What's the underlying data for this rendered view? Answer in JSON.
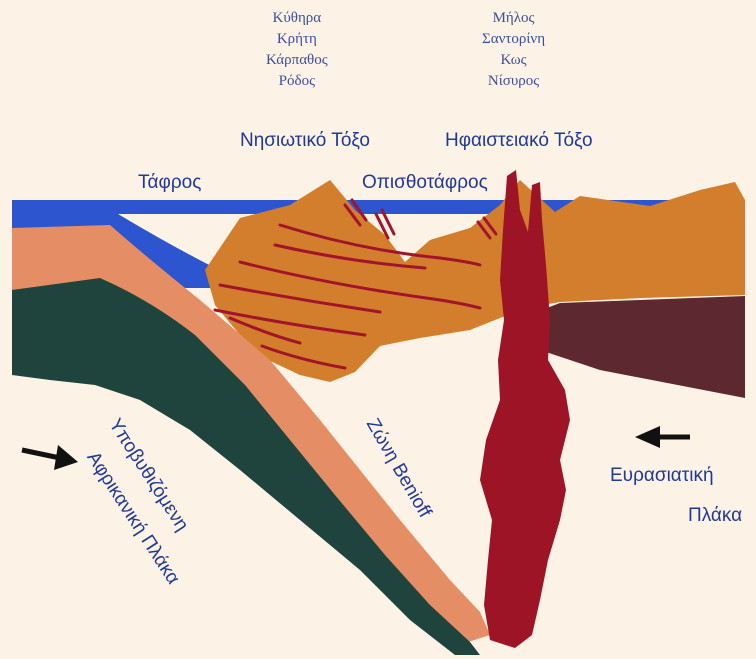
{
  "labels": {
    "trench": "Τάφρος",
    "island_arc": "Νησιωτικό Τόξο",
    "volcanic_arc": "Ηφαιστειακό Τόξο",
    "back_arc": "Οπισθοτάφρος",
    "benioff": "Ζώνη Benioff",
    "african_line1": "Υποβυθιζόμενη",
    "african_line2": "Αφρικανική Πλάκα",
    "eurasian_line1": "Ευρασιατική",
    "eurasian_line2": "Πλάκα"
  },
  "island_arc_islands": [
    "Κύθηρα",
    "Κρήτη",
    "Κάρπαθος",
    "Ρόδος"
  ],
  "volcanic_arc_islands": [
    "Μήλος",
    "Σαντορίνη",
    "Κως",
    "Νίσυρος"
  ],
  "colors": {
    "background": "#fdf2e6",
    "sea": "#2d55d0",
    "crust_orange": "#d27e2c",
    "salmon_layer": "#e58d64",
    "slab_dark": "#1f443e",
    "magma": "#9d1426",
    "eurasian_mantle": "#5e2830",
    "label_blue": "#1f3a96"
  }
}
